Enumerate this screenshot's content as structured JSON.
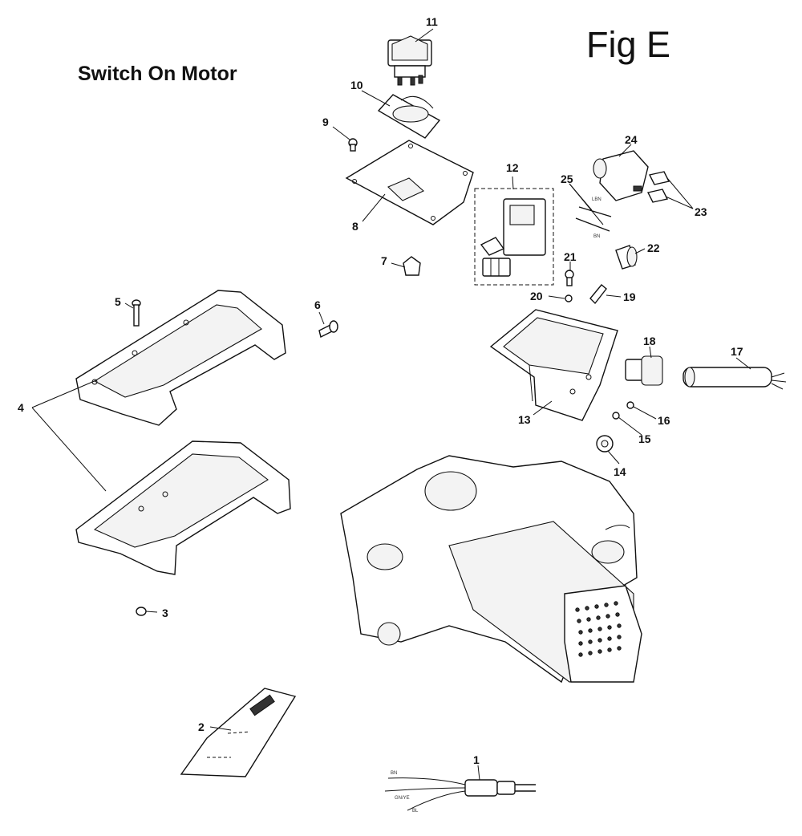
{
  "header": {
    "title": "Switch On Motor",
    "figure": "Fig E"
  },
  "callouts": [
    "1",
    "2",
    "3",
    "4",
    "5",
    "6",
    "7",
    "8",
    "9",
    "10",
    "11",
    "12",
    "13",
    "14",
    "15",
    "16",
    "17",
    "18",
    "19",
    "20",
    "21",
    "22",
    "23",
    "24",
    "25"
  ],
  "wire_labels": {
    "cord_bn": "BN",
    "cord_gnye": "GN/YE",
    "cord_bl": "BL",
    "lead_bn": "BN",
    "lead_lbn": "LBN"
  },
  "colors": {
    "ink": "#111111",
    "paper": "#ffffff"
  }
}
